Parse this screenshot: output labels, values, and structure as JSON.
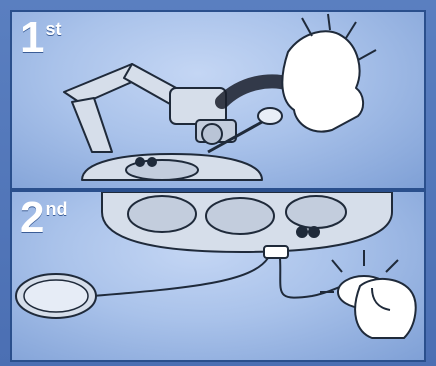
{
  "steps": [
    {
      "number": "1",
      "suffix": "st"
    },
    {
      "number": "2",
      "suffix": "nd"
    }
  ],
  "colors": {
    "panel_border": "#2a4f8c",
    "panel_fill": "#a9c2ea",
    "line_art": "#1f2a3a",
    "label_text": "#ffffff"
  }
}
